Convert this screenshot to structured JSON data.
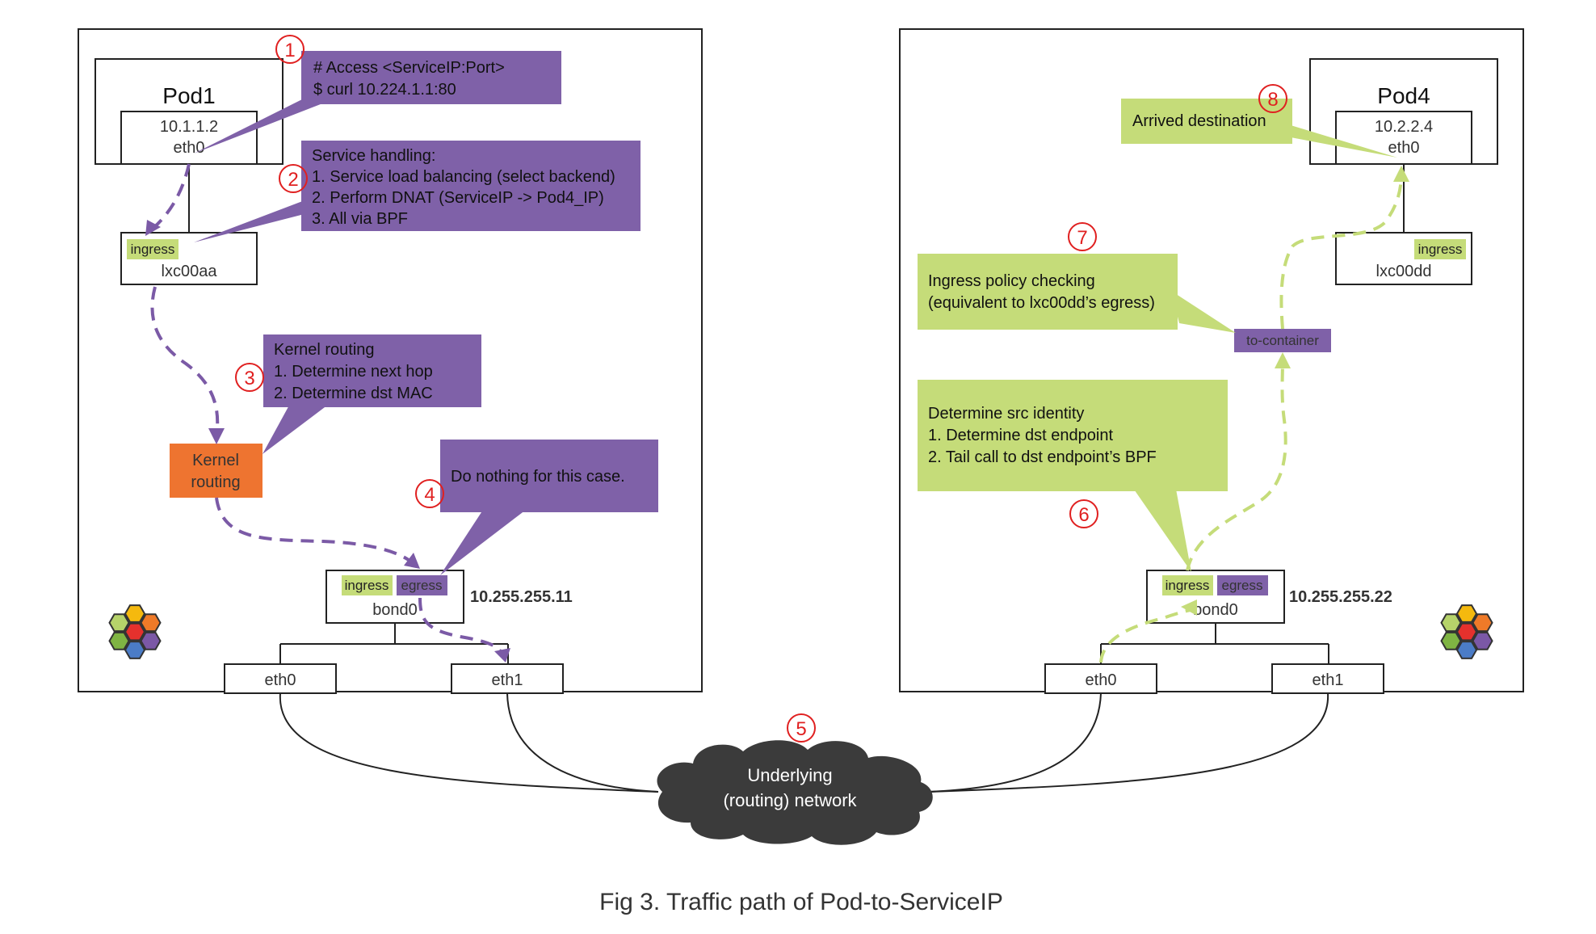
{
  "caption": "Fig 3. Traffic path of Pod-to-ServiceIP",
  "left_host": {
    "pod_title": "Pod1",
    "pod_ip": "10.1.1.2",
    "pod_iface": "eth0",
    "lxc_tag": "ingress",
    "lxc_name": "lxc00aa",
    "kernel_routing_line1": "Kernel",
    "kernel_routing_line2": "routing",
    "bond_ingress": "ingress",
    "bond_egress": "egress",
    "bond_name": "bond0",
    "bond_ip": "10.255.255.11",
    "nic0": "eth0",
    "nic1": "eth1"
  },
  "right_host": {
    "pod_title": "Pod4",
    "pod_ip": "10.2.2.4",
    "pod_iface": "eth0",
    "lxc_tag": "ingress",
    "lxc_name": "lxc00dd",
    "to_container": "to-container",
    "bond_ingress": "ingress",
    "bond_egress": "egress",
    "bond_name": "bond0",
    "bond_ip": "10.255.255.22",
    "nic0": "eth0",
    "nic1": "eth1"
  },
  "network": {
    "line1": "Underlying",
    "line2": "(routing) network"
  },
  "steps": {
    "s1": "1",
    "s2": "2",
    "s3": "3",
    "s4": "4",
    "s5": "5",
    "s6": "6",
    "s7": "7",
    "s8": "8"
  },
  "callouts": {
    "c1": [
      "# Access <ServiceIP:Port>",
      "$ curl 10.224.1.1:80"
    ],
    "c2": [
      "Service handling:",
      "1. Service load balancing (select backend)",
      "2. Perform DNAT (ServiceIP -> Pod4_IP)",
      "3. All via BPF"
    ],
    "c3": [
      "Kernel routing",
      "1. Determine next hop",
      "2. Determine dst MAC"
    ],
    "c4": [
      "Do nothing for this case."
    ],
    "c6": [
      "Determine src identity",
      "1. Determine dst endpoint",
      "2. Tail call to dst endpoint’s BPF"
    ],
    "c7": [
      "Ingress policy checking",
      "(equivalent to lxc00dd’s egress)"
    ],
    "c8": [
      "Arrived destination"
    ]
  },
  "colors": {
    "purple": "#7f61a8",
    "green": "#c5dc79",
    "orange": "#ee7430",
    "cloud": "#3b3b3b",
    "step_red": "#e02020",
    "hex_yellow": "#f5b90e",
    "hex_orange": "#ef7a28",
    "hex_green_light": "#b6d36a",
    "hex_red": "#e5312d",
    "hex_purple": "#7b58a6",
    "hex_green": "#7fb443",
    "hex_blue": "#4b7cc7"
  }
}
